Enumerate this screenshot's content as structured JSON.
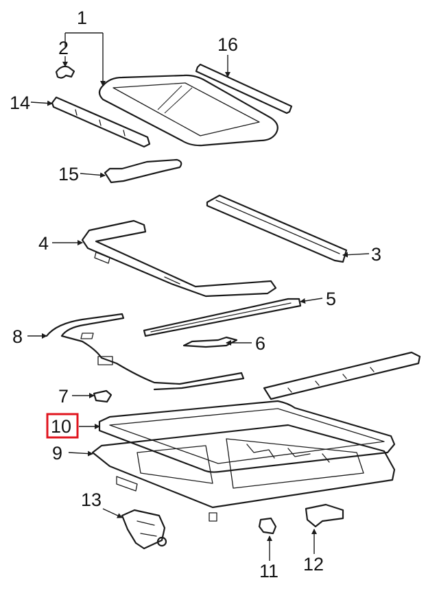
{
  "callouts": {
    "c1": "1",
    "c2": "2",
    "c3": "3",
    "c4": "4",
    "c5": "5",
    "c6": "6",
    "c7": "7",
    "c8": "8",
    "c9": "9",
    "c10": "10",
    "c11": "11",
    "c12": "12",
    "c13": "13",
    "c14": "14",
    "c15": "15",
    "c16": "16"
  },
  "highlighted_callout": "10",
  "colors": {
    "highlight": "#e0141e",
    "line": "#1a1a1a",
    "background": "#ffffff"
  }
}
